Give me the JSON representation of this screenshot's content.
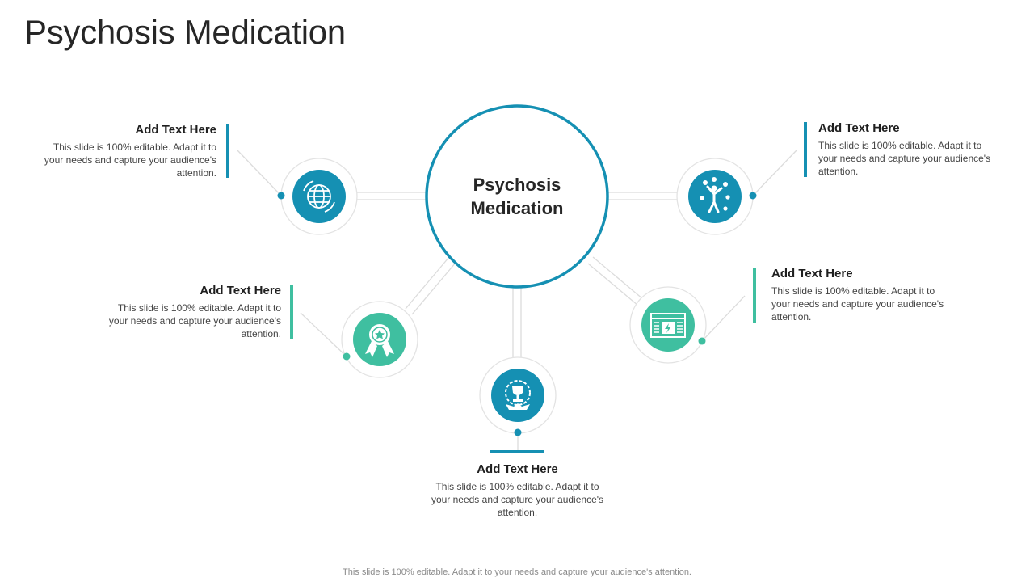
{
  "title": "Psychosis Medication",
  "center": {
    "line1": "Psychosis",
    "line2": "Medication"
  },
  "items": [
    {
      "heading": "Add Text Here",
      "body": "This slide is 100% editable. Adapt it to your needs and capture your audience's attention.",
      "icon": "globe-icon"
    },
    {
      "heading": "Add Text Here",
      "body": "This slide is 100% editable. Adapt it to your needs and capture your audience's attention.",
      "icon": "award-ribbon-icon"
    },
    {
      "heading": "Add Text Here",
      "body": "This slide is 100% editable. Adapt it to your needs and capture your audience's attention.",
      "icon": "trophy-badge-icon"
    },
    {
      "heading": "Add Text Here",
      "body": "This slide is 100% editable. Adapt it to your needs and capture your audience's attention.",
      "icon": "newspaper-icon"
    },
    {
      "heading": "Add Text Here",
      "body": "This slide is 100% editable. Adapt it to your needs and capture your audience's attention.",
      "icon": "juggler-icon"
    }
  ],
  "footer": "This slide is 100% editable. Adapt it to your needs and capture your audience's attention.",
  "colors": {
    "blue": "#1590b3",
    "teal": "#3fbfa0",
    "ring": "#e3e3e3",
    "connector": "#dcdcdc"
  }
}
